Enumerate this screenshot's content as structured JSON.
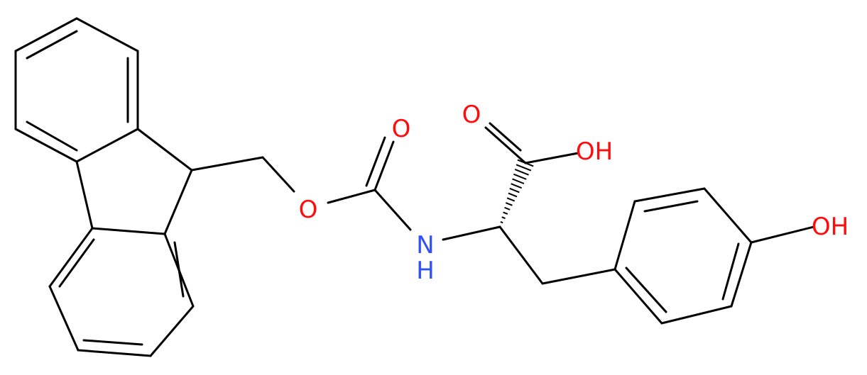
{
  "colors": {
    "bond": "#000000",
    "oxygen": "#ff0d0d",
    "nitrogen": "#3050f8"
  },
  "atoms": {
    "carbonyl_oxygen": "O",
    "ester_oxygen": "O",
    "amine": "N",
    "amine_h": "H",
    "acid_carbonyl_oxygen": "O",
    "acid_hydroxyl": "OH",
    "phenol_hydroxyl": "OH"
  }
}
